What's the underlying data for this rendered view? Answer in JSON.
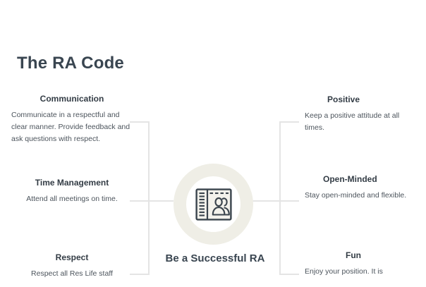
{
  "slide": {
    "title": "The RA Code",
    "background_color": "#ffffff",
    "accent_ring_color": "#efeee6",
    "heading_color": "#394550",
    "body_color": "#4c545c",
    "connector_color": "#e4e4e4"
  },
  "center": {
    "icon_name": "id-card-people-icon",
    "caption": "Be a Successful RA"
  },
  "left_branches": [
    {
      "title": "Communication",
      "body": "Communicate in a respectful and clear manner. Provide feedback and ask questions with respect."
    },
    {
      "title": "Time Management",
      "body": "Attend all meetings on time."
    },
    {
      "title": "Respect",
      "body": "Respect  all Res Life staff"
    }
  ],
  "right_branches": [
    {
      "title": "Positive",
      "body": "Keep a positive attitude at all times."
    },
    {
      "title": "Open-Minded",
      "body": "Stay open-minded and flexible."
    },
    {
      "title": "Fun",
      "body": "Enjoy your position. It is"
    }
  ]
}
